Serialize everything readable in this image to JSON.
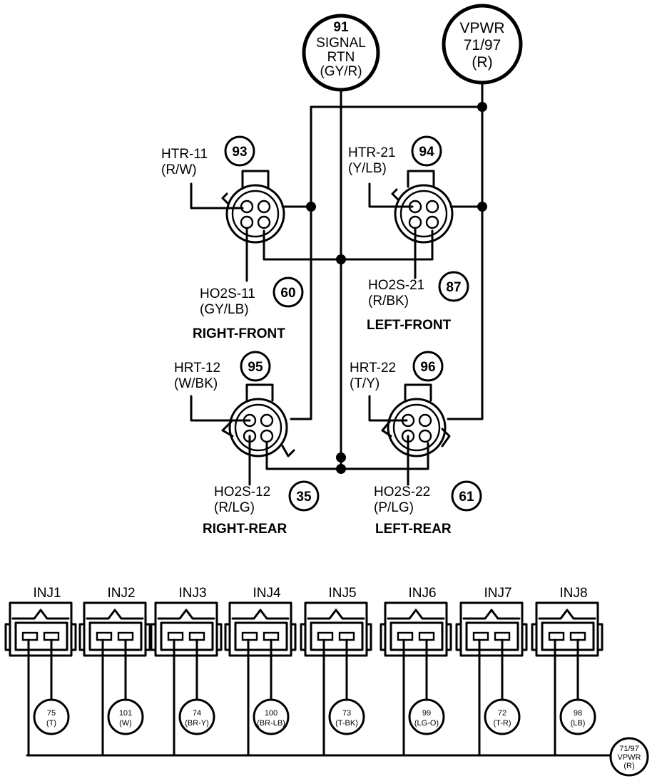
{
  "signal_rtn": {
    "line1": "91",
    "line2": "SIGNAL",
    "line3": "RTN",
    "line4": "(GY/R)"
  },
  "vpwr_top": {
    "line1": "VPWR",
    "line2": "71/97",
    "line3": "(R)"
  },
  "sensors": {
    "right_front": {
      "heater_name": "HTR-11",
      "heater_color": "(R/W)",
      "heater_pin": "93",
      "signal_name": "HO2S-11",
      "signal_color": "(GY/LB)",
      "signal_pin": "60",
      "position": "RIGHT-FRONT"
    },
    "left_front": {
      "heater_name": "HTR-21",
      "heater_color": "(Y/LB)",
      "heater_pin": "94",
      "signal_name": "HO2S-21",
      "signal_color": "(R/BK)",
      "signal_pin": "87",
      "position": "LEFT-FRONT"
    },
    "right_rear": {
      "heater_name": "HRT-12",
      "heater_color": "(W/BK)",
      "heater_pin": "95",
      "signal_name": "HO2S-12",
      "signal_color": "(R/LG)",
      "signal_pin": "35",
      "position": "RIGHT-REAR"
    },
    "left_rear": {
      "heater_name": "HRT-22",
      "heater_color": "(T/Y)",
      "heater_pin": "96",
      "signal_name": "HO2S-22",
      "signal_color": "(P/LG)",
      "signal_pin": "61",
      "position": "LEFT-REAR"
    }
  },
  "injectors": [
    {
      "label": "INJ1",
      "pin": "75",
      "color": "(T)"
    },
    {
      "label": "INJ2",
      "pin": "101",
      "color": "(W)"
    },
    {
      "label": "INJ3",
      "pin": "74",
      "color": "(BR-Y)"
    },
    {
      "label": "INJ4",
      "pin": "100",
      "color": "(BR-LB)"
    },
    {
      "label": "INJ5",
      "pin": "73",
      "color": "(T-BK)"
    },
    {
      "label": "INJ6",
      "pin": "99",
      "color": "(LG-O)"
    },
    {
      "label": "INJ7",
      "pin": "72",
      "color": "(T-R)"
    },
    {
      "label": "INJ8",
      "pin": "98",
      "color": "(LB)"
    }
  ],
  "vpwr_bottom": {
    "line1": "71/97",
    "line2": "VPWR",
    "line3": "(R)"
  }
}
